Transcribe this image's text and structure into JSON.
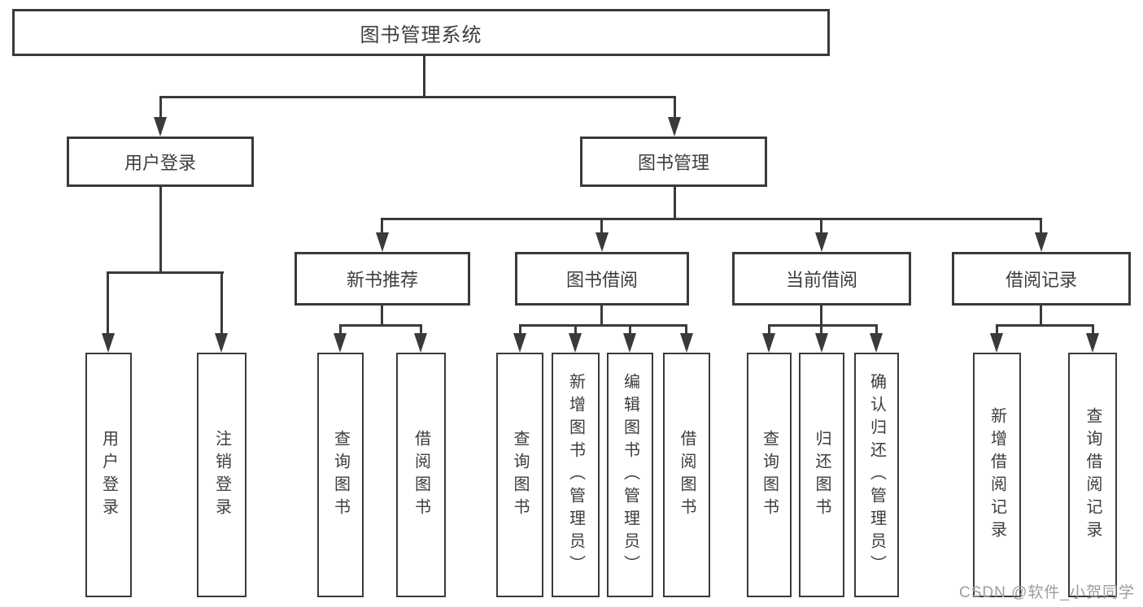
{
  "diagram_title": "图书管理系统",
  "watermark": {
    "text": "CSDN @软件_小贺同学"
  },
  "colors": {
    "line": "#3a3a3a",
    "text": "#3d3d3d",
    "background": "#ffffff",
    "watermark": "#9c9c9c"
  },
  "tree": {
    "label": "图书管理系统",
    "children": [
      {
        "label": "用户登录",
        "children": [
          {
            "label": "用户登录"
          },
          {
            "label": "注销登录"
          }
        ]
      },
      {
        "label": "图书管理",
        "children": [
          {
            "label": "新书推荐",
            "children": [
              {
                "label": "查询图书"
              },
              {
                "label": "借阅图书"
              }
            ]
          },
          {
            "label": "图书借阅",
            "children": [
              {
                "label": "查询图书"
              },
              {
                "label": "新增图书（管理员）"
              },
              {
                "label": "编辑图书（管理员）"
              },
              {
                "label": "借阅图书"
              }
            ]
          },
          {
            "label": "当前借阅",
            "children": [
              {
                "label": "查询图书"
              },
              {
                "label": "归还图书"
              },
              {
                "label": "确认归还（管理员）"
              }
            ]
          },
          {
            "label": "借阅记录",
            "children": [
              {
                "label": "新增借阅记录"
              },
              {
                "label": "查询借阅记录"
              }
            ]
          }
        ]
      }
    ]
  }
}
